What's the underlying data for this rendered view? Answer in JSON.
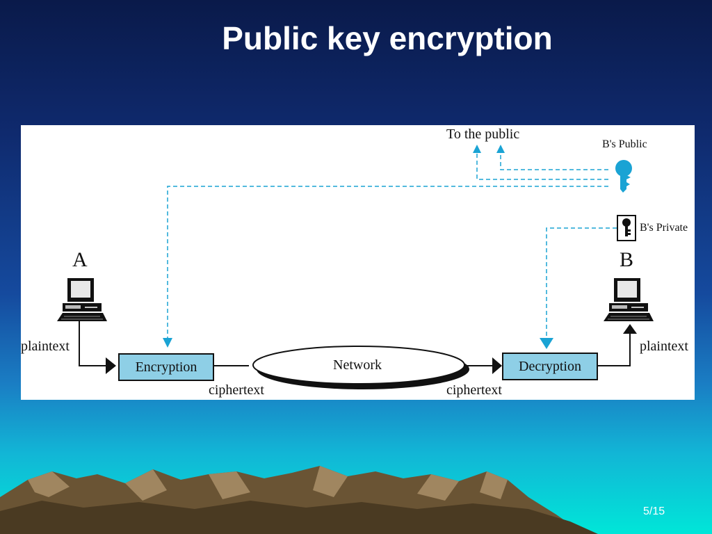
{
  "slide": {
    "title": "Public key encryption",
    "page_number": "5/15"
  },
  "diagram": {
    "to_public_label": "To the public",
    "b_public_label": "B's Public",
    "b_private_label": "B's Private",
    "node_a_label": "A",
    "node_b_label": "B",
    "plaintext_left": "plaintext",
    "plaintext_right": "plaintext",
    "encryption_label": "Encryption",
    "network_label": "Network",
    "decryption_label": "Decryption",
    "ciphertext_left": "ciphertext",
    "ciphertext_right": "ciphertext"
  },
  "colors": {
    "key_blue": "#1aa3d4",
    "box_fill": "#8ecfe6",
    "dash_line": "#1aa3d4"
  },
  "icons": [
    "computer-icon",
    "public-key-icon",
    "private-key-icon"
  ]
}
